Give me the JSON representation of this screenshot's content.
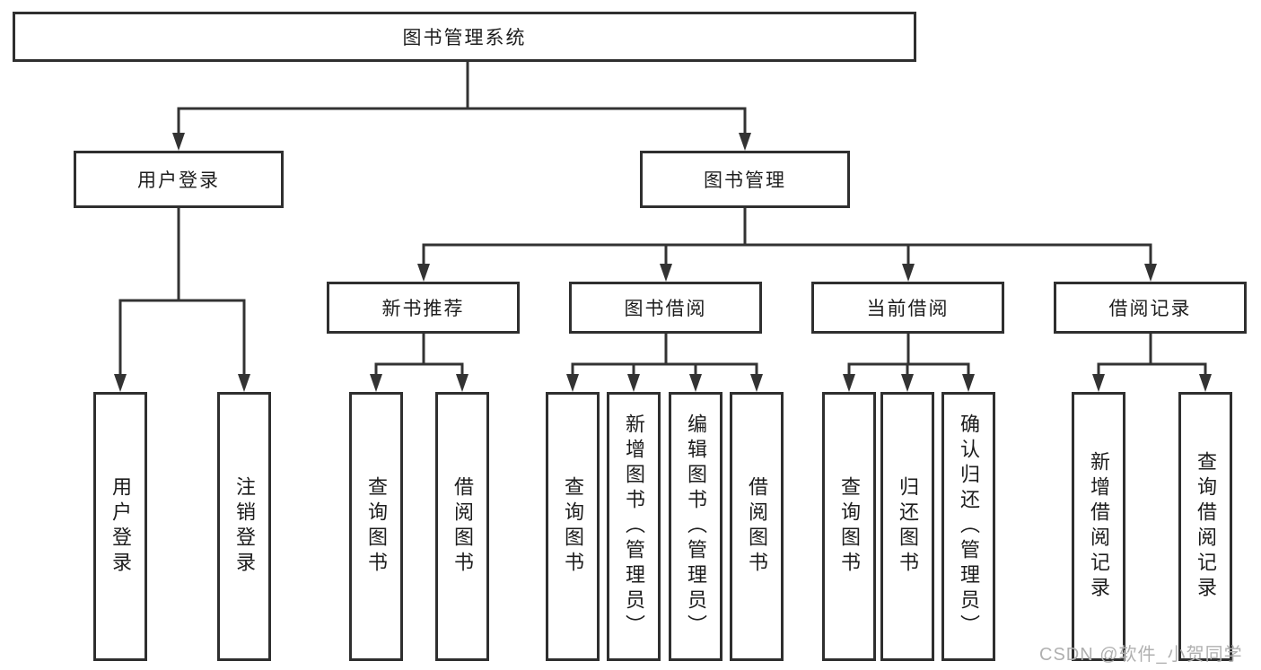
{
  "diagram": {
    "type": "tree",
    "root": {
      "label": "图书管理系统",
      "children": [
        {
          "label": "用户登录",
          "children": [
            {
              "label": "用户登录"
            },
            {
              "label": "注销登录"
            }
          ]
        },
        {
          "label": "图书管理",
          "children": [
            {
              "label": "新书推荐",
              "children": [
                {
                  "label": "查询图书"
                },
                {
                  "label": "借阅图书"
                }
              ]
            },
            {
              "label": "图书借阅",
              "children": [
                {
                  "label": "查询图书"
                },
                {
                  "label": "新增图书（管理员）"
                },
                {
                  "label": "编辑图书（管理员）"
                },
                {
                  "label": "借阅图书"
                }
              ]
            },
            {
              "label": "当前借阅",
              "children": [
                {
                  "label": "查询图书"
                },
                {
                  "label": "归还图书"
                },
                {
                  "label": "确认归还（管理员）"
                }
              ]
            },
            {
              "label": "借阅记录",
              "children": [
                {
                  "label": "新增借阅记录"
                },
                {
                  "label": "查询借阅记录"
                }
              ]
            }
          ]
        }
      ]
    },
    "colors": {
      "line": "#333333",
      "box_border": "#2f2f2f",
      "text": "#1d1d1d",
      "background": "#ffffff",
      "watermark": "#b0b0b0"
    }
  },
  "watermark": {
    "text": "CSDN @软件_小贺同学"
  }
}
